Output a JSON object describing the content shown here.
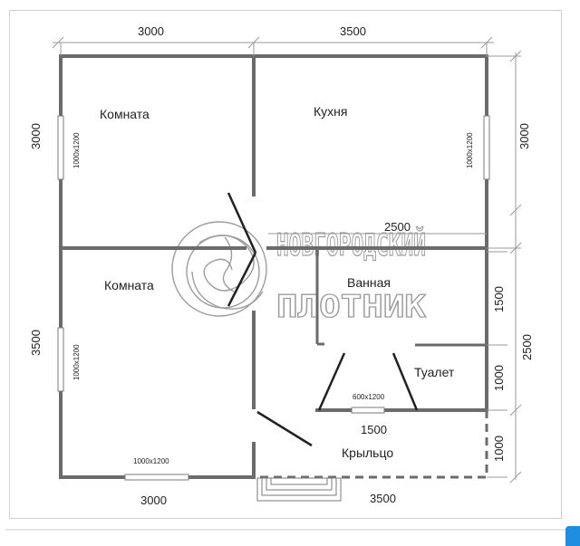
{
  "rooms": {
    "room_top_left": "Комната",
    "kitchen": "Кухня",
    "room_bottom_left": "Комната",
    "bathroom": "Ванная",
    "toilet": "Туалет",
    "porch": "Крыльцо"
  },
  "dimensions": {
    "top_left": "3000",
    "top_right": "3500",
    "bottom_left": "3000",
    "bottom_right": "3500",
    "left_upper": "3000",
    "left_lower": "3500",
    "right_upper": "3000",
    "right_bath": "1500",
    "right_toilet": "1000",
    "right_bath_toilet_total": "2500",
    "right_porch": "1000",
    "bath_width": "2500",
    "porch_width": "1500"
  },
  "windows": {
    "room_top_left": "1000x1200",
    "kitchen": "1000x1200",
    "room_bottom_left": "1000x1200",
    "bottom_wall": "1000x1200",
    "bathroom": "600x1200"
  },
  "watermark": {
    "line1": "НОВГОРОДСКИЙ",
    "line2": "ПЛОТНИК"
  },
  "colors": {
    "walls": "#6b6b6b",
    "accent": "#1f8ee0"
  }
}
